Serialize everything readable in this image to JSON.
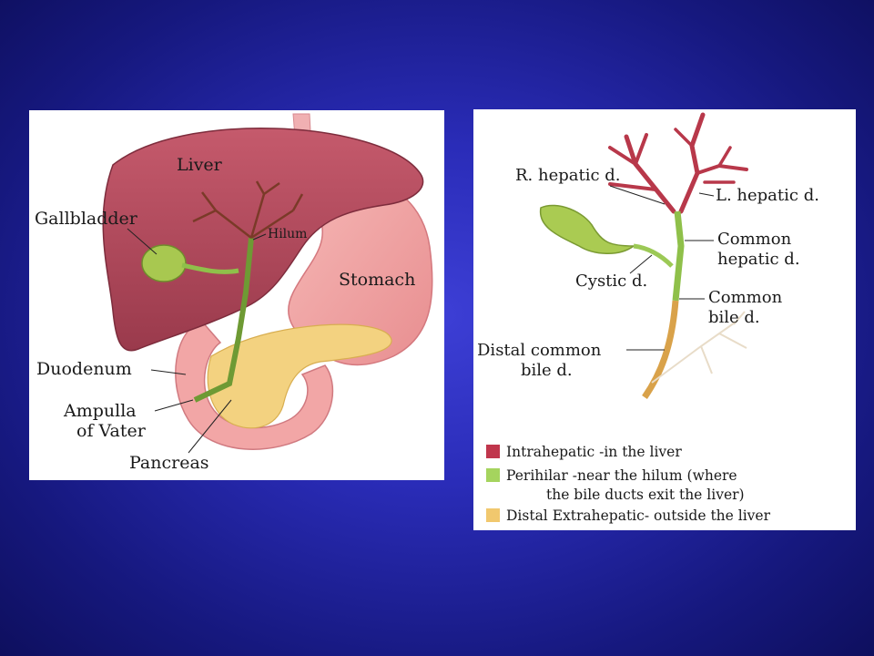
{
  "left_diagram": {
    "labels": {
      "liver": "Liver",
      "gallbladder": "Gallbladder",
      "hilum": "Hilum",
      "stomach": "Stomach",
      "duodenum": "Duodenum",
      "ampulla_line1": "Ampulla",
      "ampulla_line2": "of Vater",
      "pancreas": "Pancreas"
    }
  },
  "right_diagram": {
    "labels": {
      "r_hepatic": "R. hepatic d.",
      "l_hepatic": "L. hepatic d.",
      "common_hepatic_line1": "Common",
      "common_hepatic_line2": "hepatic d.",
      "cystic": "Cystic d.",
      "common_bile_line1": "Common",
      "common_bile_line2": "bile d.",
      "distal_common_line1": "Distal common",
      "distal_common_line2": "bile d."
    },
    "legend": [
      {
        "color": "#c0364c",
        "line1": "Intrahepatic -in the liver",
        "line2": ""
      },
      {
        "color": "#a5d45e",
        "line1": "Perihilar -near the hilum (where",
        "line2": "the bile ducts exit the liver)"
      },
      {
        "color": "#f1c86e",
        "line1": "Distal Extrahepatic- outside the liver",
        "line2": ""
      }
    ]
  },
  "colors": {
    "background": "#2a2cb8",
    "liver": "#b34a5c",
    "stomach": "#f0a8a8",
    "gallbladder": "#a8c850",
    "pancreas": "#f2d27a",
    "duct_green": "#8fc04a",
    "duct_red": "#b8384a",
    "duct_orange": "#d9a24a"
  }
}
